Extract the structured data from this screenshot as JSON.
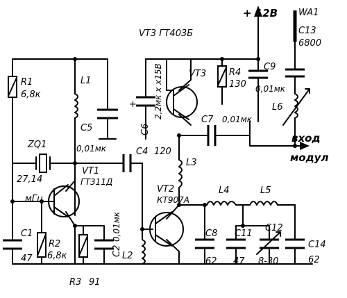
{
  "supply": {
    "label": "+ 12В"
  },
  "antenna": {
    "label": "WA1"
  },
  "title_vt3": {
    "label": "VT3 ГТ403Б"
  },
  "components": {
    "R1": {
      "name": "R1",
      "value": "6,8к"
    },
    "L1": {
      "name": "L1"
    },
    "C5": {
      "name": "C5",
      "value": "0,01мк"
    },
    "C6": {
      "name": "C6",
      "value": "2,2мк х х15В"
    },
    "VT3": {
      "name": "VT3"
    },
    "R4": {
      "name": "R4",
      "value": "130"
    },
    "C9": {
      "name": "C9",
      "value": "0,01мк"
    },
    "C13": {
      "name": "C13",
      "value": "6800"
    },
    "L6": {
      "name": "L6"
    },
    "C7": {
      "name": "C7",
      "value": "0,01мк"
    },
    "ZQ1": {
      "name": "ZQ1",
      "value": "27,14",
      "unit": "мГц"
    },
    "C4": {
      "name": "C4",
      "value": "120"
    },
    "L3": {
      "name": "L3"
    },
    "VT1": {
      "name": "VT1",
      "type": "ГТ311Д"
    },
    "VT2": {
      "name": "VT2",
      "type": "КТ907А"
    },
    "L4": {
      "name": "L4"
    },
    "L5": {
      "name": "L5"
    },
    "C1": {
      "name": "C1",
      "value": "47"
    },
    "R2": {
      "name": "R2",
      "value": "6,8к"
    },
    "C2": {
      "name": "C2",
      "value": "0,01мк"
    },
    "L2": {
      "name": "L2"
    },
    "C8": {
      "name": "C8",
      "value": "62"
    },
    "C11": {
      "name": "C11",
      "value": "47"
    },
    "C12": {
      "name": "C12",
      "value": "8-30"
    },
    "C14": {
      "name": "C14",
      "value": "62"
    },
    "R3": {
      "name": "R3",
      "value": "91"
    }
  },
  "input": {
    "line1": "вход",
    "line2": "модул"
  }
}
